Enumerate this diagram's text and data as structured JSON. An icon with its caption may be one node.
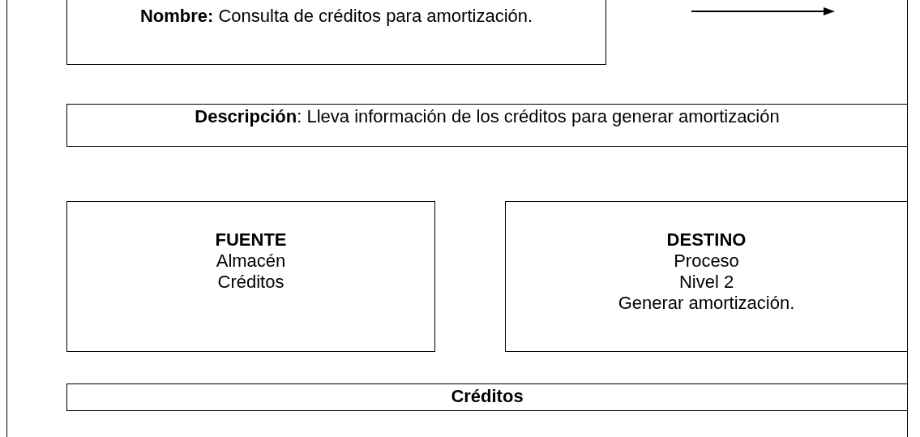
{
  "diagram": {
    "nodes": [
      {
        "text": [
          "**Nombre:** Consulta de créditos para amortización."
        ]
      },
      {
        "text": [
          "**Descripción**: Lleva información de los créditos para generar amortización"
        ]
      },
      {
        "text": [
          "FUENTE",
          "Almacén",
          "Créditos"
        ]
      },
      {
        "text": [
          "DESTINO",
          "Proceso",
          "Nivel 2",
          "Generar amortización."
        ]
      },
      {
        "text": [
          "Créditos"
        ]
      }
    ],
    "edges": []
  }
}
